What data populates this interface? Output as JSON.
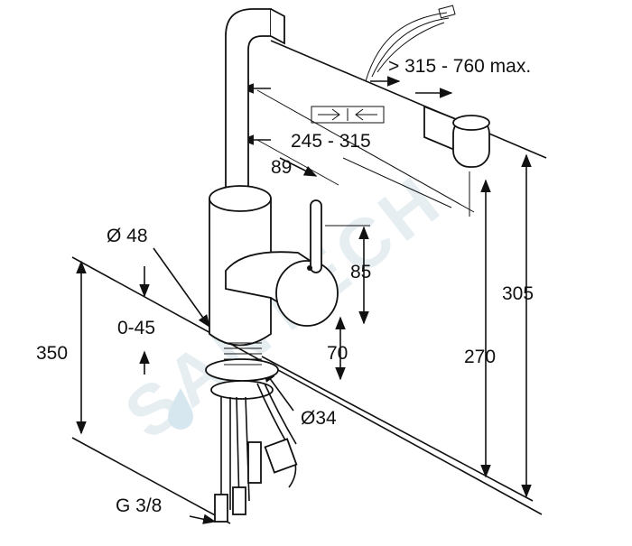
{
  "watermark": "SANTECH",
  "labels": {
    "hose_reach": "> 315 - 760 max.",
    "spout_range": "245 - 315",
    "spout_offset": "89",
    "base_diameter": "Ø 48",
    "handle_height": "85",
    "deck_thickness": "0-45",
    "total_depth": "350",
    "handle_offset": "70",
    "hose_diameter": "Ø34",
    "connection": "G 3/8",
    "total_height": "305",
    "spout_height": "270"
  },
  "icons": [
    "spray-head-icon",
    "extension-arrows-icon",
    "water-drop-icon"
  ]
}
